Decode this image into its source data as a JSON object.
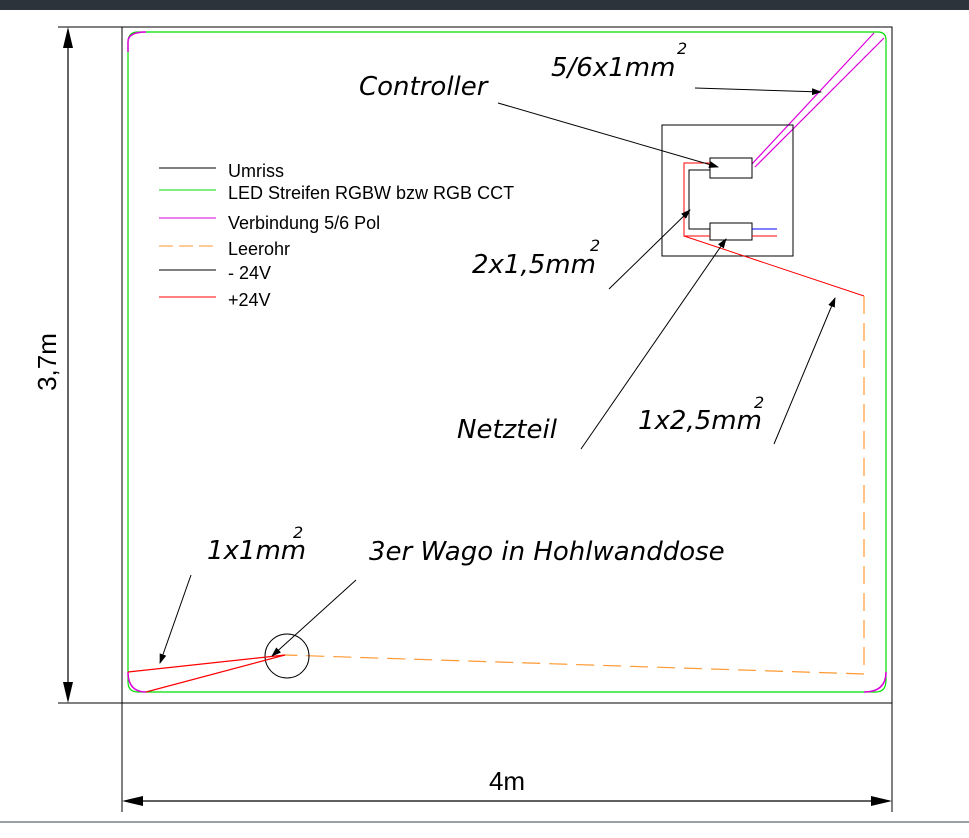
{
  "legend": {
    "items": [
      {
        "label": "Umriss",
        "color": "#000000"
      },
      {
        "label": "LED Streifen RGBW bzw RGB CCT",
        "color": "#00dd00"
      },
      {
        "label": "Verbindung 5/6 Pol",
        "color": "#dd00dd"
      },
      {
        "label": "Leerohr",
        "color": "#ff9933"
      },
      {
        "label": "- 24V",
        "color": "#000000"
      },
      {
        "label": "+24V",
        "color": "#ff0000"
      }
    ]
  },
  "annotations": {
    "cable_5_6": "5/6x1mm",
    "controller": "Controller",
    "cable_2x15": "2x1,5mm",
    "netzteil": "Netzteil",
    "cable_1x25": "1x2,5mm",
    "cable_1x1": "1x1mm",
    "wago": "3er Wago in Hohlwanddose",
    "squared": "2"
  },
  "dimensions": {
    "height": "3,7m",
    "width": "4m"
  },
  "colors": {
    "outline": "#000000",
    "led": "#00dd00",
    "connection": "#dd00dd",
    "conduit": "#ff9933",
    "plus24": "#ff0000",
    "blue": "#0000ff"
  }
}
